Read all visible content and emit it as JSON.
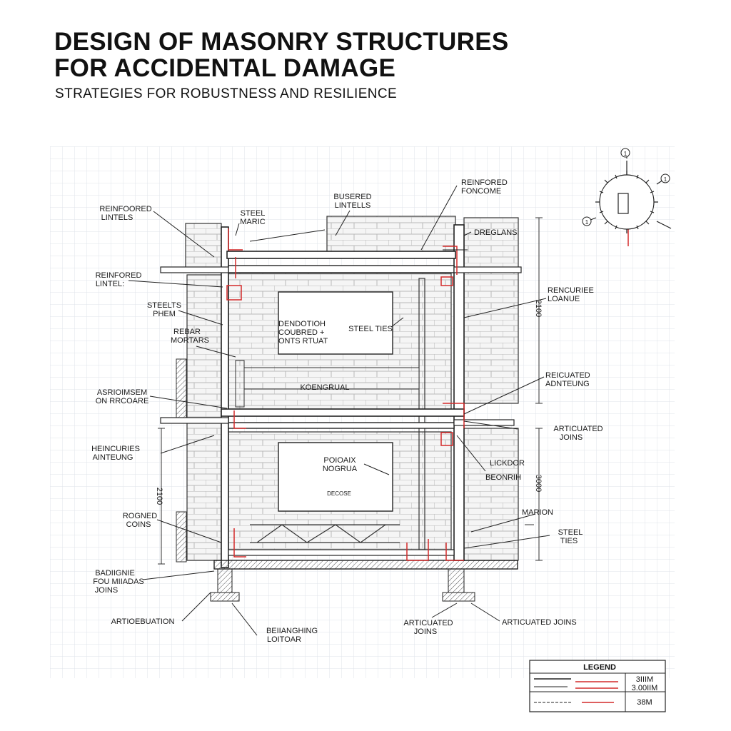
{
  "header": {
    "title_line1": "DESIGN OF MASONRY STRUCTURES",
    "title_line2": "FOR ACCIDENTAL DAMAGE",
    "subtitle": "STRATEGIES FOR ROBUSTNESS AND RESILIENCE"
  },
  "labels": {
    "reinforced_lintels_top": [
      "REINFOORED",
      "LINTELS"
    ],
    "steel_mark": [
      "STEEL",
      "MARIC"
    ],
    "busered_lintels": [
      "BUSERED",
      "LINTELLS"
    ],
    "reinfored_foncome": [
      "REINFORED",
      "FONCOME"
    ],
    "dreglans": [
      "DREGLANS"
    ],
    "reinfored_lintel": [
      "REINFORED",
      "LINTEL:"
    ],
    "steelts_phem": [
      "STEELTS",
      "PHEM"
    ],
    "rebar_mortars": [
      "REBAR",
      "MORTARS"
    ],
    "center_box_top": [
      "DENDOTIOH",
      "COUBRED +",
      "ONTS RTUAT"
    ],
    "steel_ties_mid": [
      "STEEL TIES"
    ],
    "rencuriee_loanue": [
      "RENCURIEE",
      "LOANUE"
    ],
    "koengrual": [
      "KOENGRUAL"
    ],
    "reicuated_adnteung": [
      "REICUATED",
      "ADNTEUNG"
    ],
    "asrioimsem": [
      "ASRIOIMSEM",
      "ON RRCOARE"
    ],
    "articuated_joins_right": [
      "ARTICUATED",
      "JOINS"
    ],
    "heincuries_ainteung": [
      "HEINCURIES",
      "AINTEUNG"
    ],
    "center_box_bottom": [
      "POIOAIX",
      "NOGRUA"
    ],
    "center_box_bottom_small": [
      "DECOSE"
    ],
    "lickdor_beonrih": [
      "LICKDOR",
      "BEONRIH"
    ],
    "marion": [
      "MARION"
    ],
    "rogned_coins": [
      "ROGNED",
      "COINS"
    ],
    "steel_ties_right": [
      "STEEL",
      "TIES"
    ],
    "badmgne": [
      "BADIIGNIE",
      "FOU MIIADAS",
      "JOINS"
    ],
    "artioebuation": [
      "ARTIOEBUATION"
    ],
    "behanghing": [
      "BEIIANGHING",
      "LOITOAR"
    ],
    "articuated_joins_bottom": [
      "ARTICUATED",
      "JOINS"
    ],
    "articuated_joins_br": [
      "ARTICUATED JOINS"
    ]
  },
  "dimensions": {
    "left": "2100",
    "right_lower": "3000",
    "right_upper": "2100"
  },
  "compass": {
    "marks": [
      "1",
      "1",
      "1"
    ]
  },
  "legend": {
    "title": "LEGEND",
    "rows": [
      {
        "value": "3IIIM"
      },
      {
        "value": "3.00IIM"
      },
      {
        "value": "38M"
      }
    ]
  },
  "colors": {
    "ink": "#1a1a1a",
    "accent_red": "#d42a2a",
    "grid": "#d9dde5",
    "masonry_fill": "#f4f4f4"
  }
}
